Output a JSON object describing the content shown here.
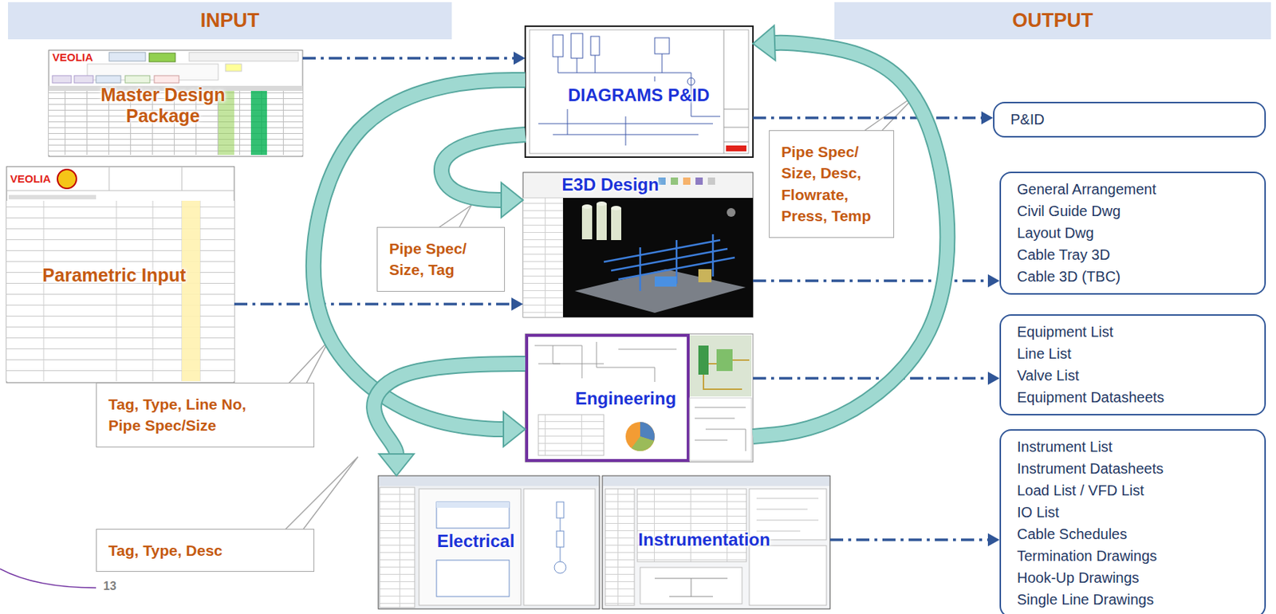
{
  "diagram": {
    "nodes": [
      {
        "text": [
          "INPUT"
        ]
      },
      {
        "text": [
          "OUTPUT"
        ]
      },
      {
        "text": [
          "Master Design Package"
        ]
      },
      {
        "text": [
          "Parametric Input"
        ]
      },
      {
        "text": [
          "DIAGRAMS P&ID"
        ]
      },
      {
        "text": [
          "E3D Design"
        ]
      },
      {
        "text": [
          "Engineering"
        ]
      },
      {
        "text": [
          "Electrical"
        ]
      },
      {
        "text": [
          "Instrumentation"
        ]
      },
      {
        "text": [
          "P&ID"
        ]
      },
      {
        "text": [
          "General Arrangement",
          "Civil Guide Dwg",
          "Layout Dwg",
          "Cable Tray 3D",
          "Cable 3D (TBC)"
        ]
      },
      {
        "text": [
          "Equipment List",
          "Line List",
          "Valve List",
          "Equipment Datasheets"
        ]
      },
      {
        "text": [
          "Instrument List",
          "Instrument Datasheets",
          "Load List / VFD List",
          "IO List",
          "Cable Schedules",
          "Termination Drawings",
          "Hook-Up Drawings",
          "Single Line Drawings"
        ]
      },
      {
        "text": [
          "Pipe Spec/ Size, Tag"
        ]
      },
      {
        "text": [
          "Pipe Spec/ Size, Desc, Flowrate, Press, Temp"
        ]
      },
      {
        "text": [
          "Tag, Type, Line No, Pipe Spec/Size"
        ]
      },
      {
        "text": [
          "Tag, Type, Desc"
        ]
      }
    ],
    "edges": [
      {
        "from": 2,
        "to": 4,
        "arrow": "to"
      },
      {
        "from": 3,
        "to": 5,
        "arrow": "to"
      },
      {
        "from": 4,
        "to": 9,
        "arrow": "to"
      },
      {
        "from": 5,
        "to": 10,
        "arrow": "to"
      },
      {
        "from": 6,
        "to": 11,
        "arrow": "to"
      },
      {
        "from": 8,
        "to": 12,
        "arrow": "to"
      },
      {
        "from": 4,
        "to": 5,
        "arrow": "to"
      },
      {
        "from": 4,
        "to": 6,
        "arrow": "to"
      },
      {
        "from": 6,
        "to": 4,
        "arrow": "to"
      },
      {
        "from": 6,
        "to": 7,
        "arrow": "to"
      }
    ],
    "labels": [
      "VEOLIA",
      "VEOLIA",
      "13"
    ]
  }
}
